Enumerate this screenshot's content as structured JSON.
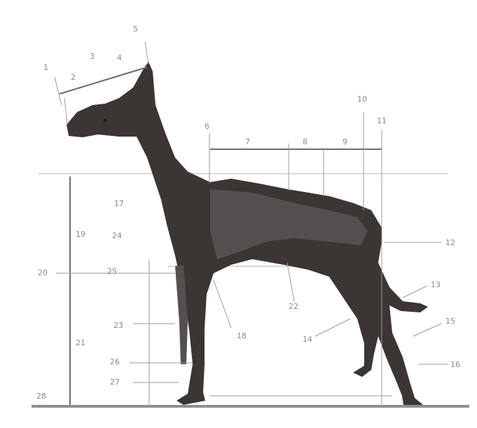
{
  "labels": {
    "head_1": "1",
    "head_2": "2",
    "head_3": "3",
    "head_4": "4",
    "ear_5": "5",
    "withers_6": "6",
    "back_7": "7",
    "back_8": "8",
    "back_9": "9",
    "croup_10": "10",
    "tail_11": "11",
    "rear_12": "12",
    "tail_13": "13",
    "hock_14": "14",
    "foot_15": "15",
    "leg_16": "16",
    "belly_17": "17",
    "front_18": "18",
    "depth_19": "19",
    "height_20": "20",
    "ground_21": "21",
    "chest_22": "22",
    "front_23": "23",
    "pastern_24": "24",
    "left_25": "25",
    "front_26": "26",
    "front_27": "27",
    "ground_28": "28"
  }
}
